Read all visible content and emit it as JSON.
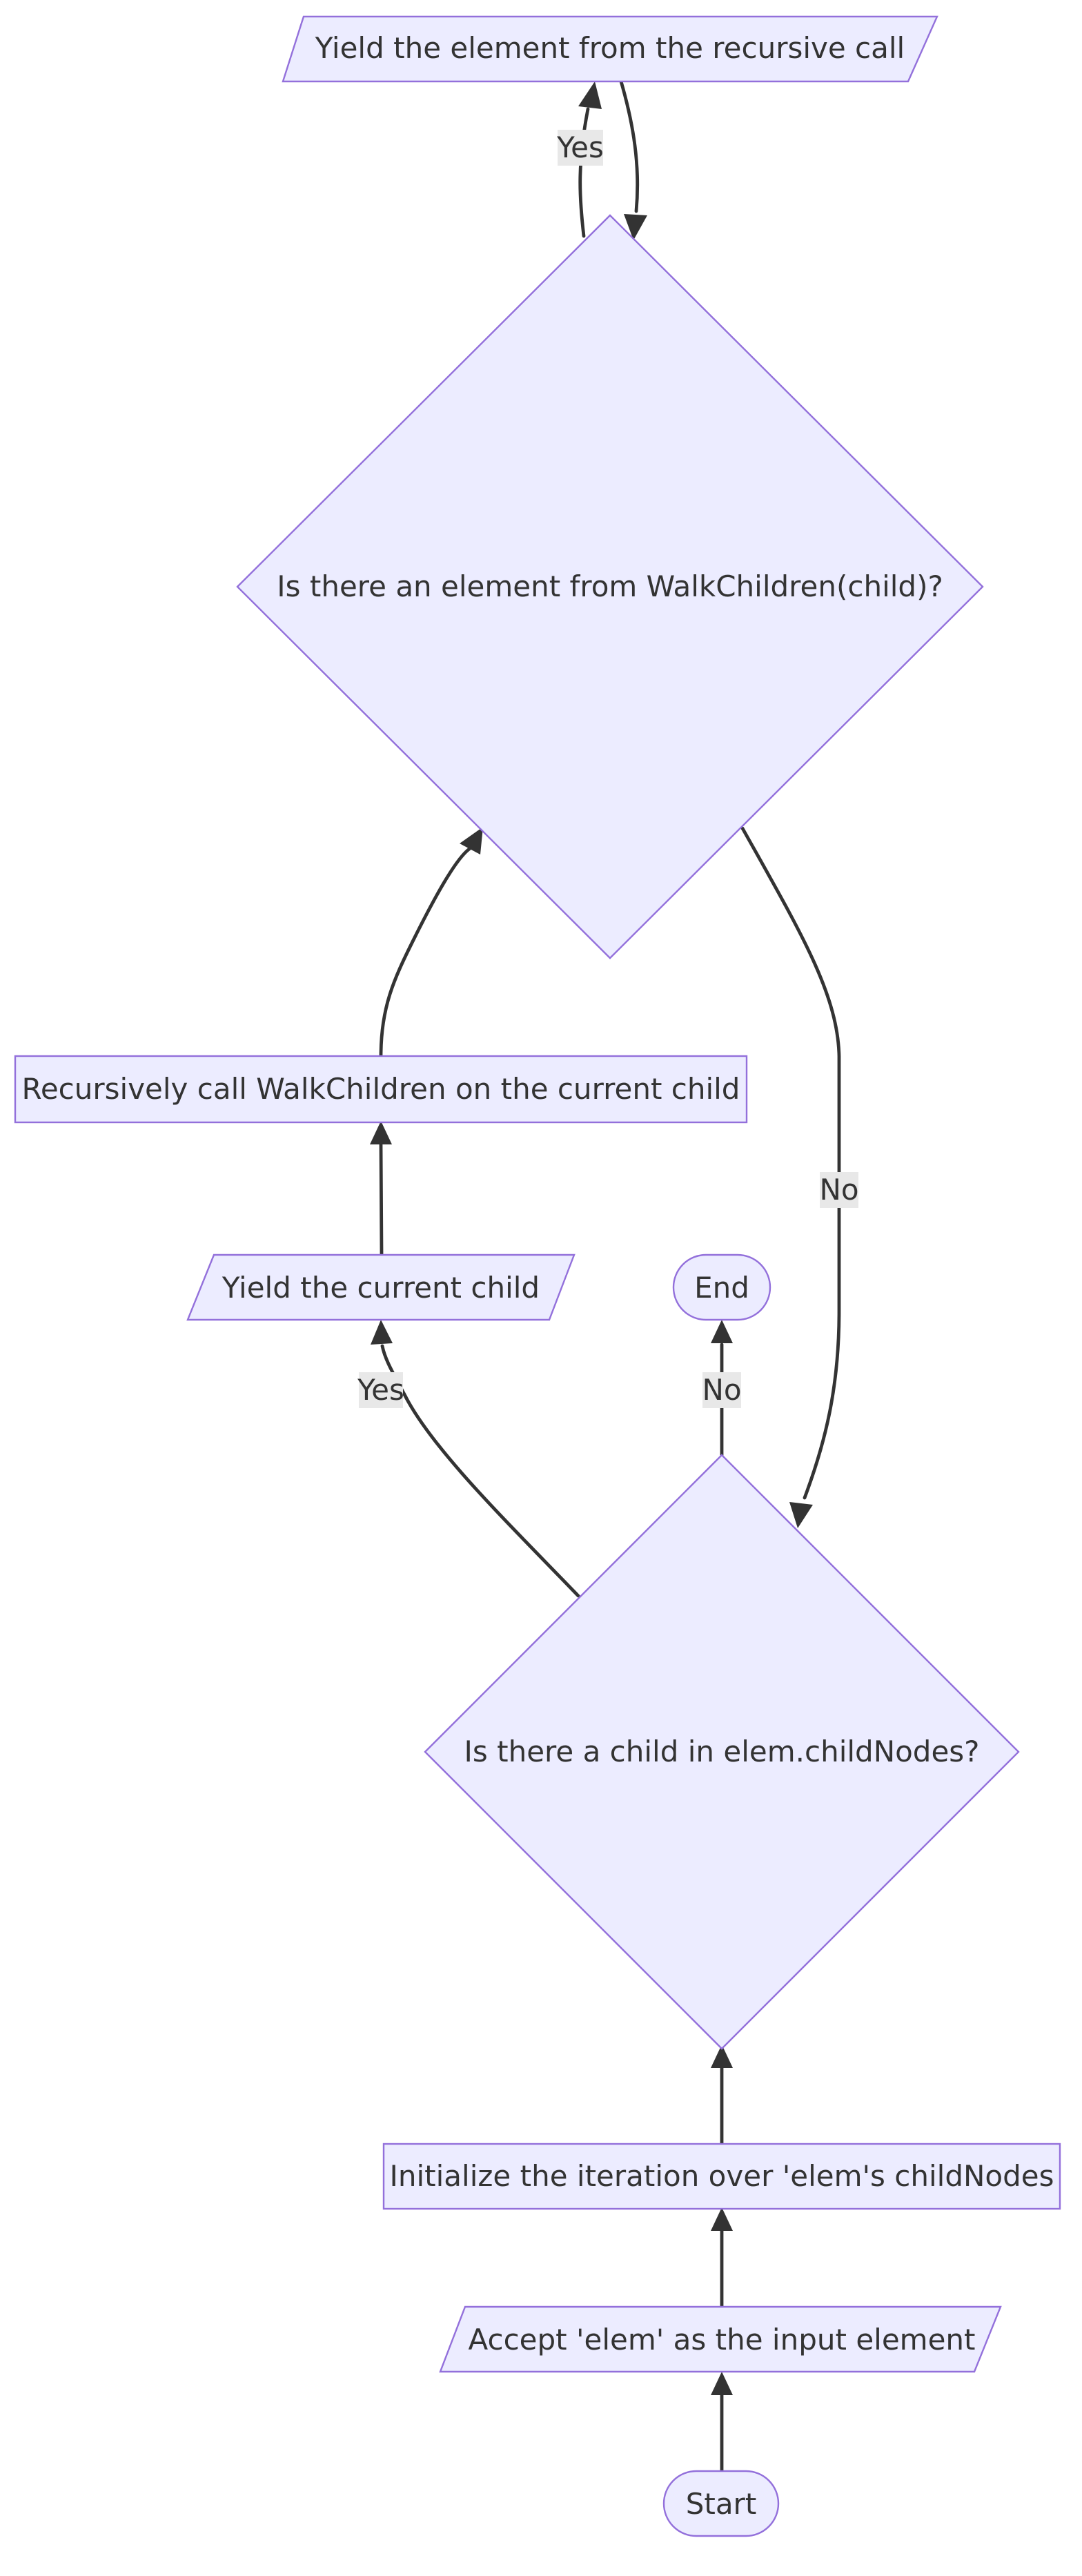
{
  "diagram": {
    "colors": {
      "node_fill": "#ececff",
      "node_stroke": "#9370db",
      "edge": "#333333",
      "text": "#333333",
      "edge_label_background": "#e8e8e8"
    },
    "nodes": {
      "start": {
        "shape": "stadium",
        "label": "Start"
      },
      "accept_input": {
        "shape": "parallelogram",
        "label": "Accept 'elem' as the input element"
      },
      "init_iteration": {
        "shape": "rectangle",
        "label": "Initialize the iteration over 'elem's childNodes"
      },
      "child_decision": {
        "shape": "diamond",
        "label": "Is there a child in elem.childNodes?"
      },
      "end": {
        "shape": "stadium",
        "label": "End"
      },
      "yield_child": {
        "shape": "parallelogram",
        "label": "Yield the current child"
      },
      "recursive_call": {
        "shape": "rectangle",
        "label": "Recursively call WalkChildren on the current child"
      },
      "recursive_decision": {
        "shape": "diamond",
        "label": "Is there an element from WalkChildren(child)?"
      },
      "yield_recursive": {
        "shape": "parallelogram",
        "label": "Yield the element from the recursive call"
      }
    },
    "edges": [
      {
        "from": "start",
        "to": "accept_input",
        "label": ""
      },
      {
        "from": "accept_input",
        "to": "init_iteration",
        "label": ""
      },
      {
        "from": "init_iteration",
        "to": "child_decision",
        "label": ""
      },
      {
        "from": "child_decision",
        "to": "yield_child",
        "label": "Yes"
      },
      {
        "from": "child_decision",
        "to": "end",
        "label": "No"
      },
      {
        "from": "yield_child",
        "to": "recursive_call",
        "label": ""
      },
      {
        "from": "recursive_call",
        "to": "recursive_decision",
        "label": ""
      },
      {
        "from": "recursive_decision",
        "to": "yield_recursive",
        "label": "Yes"
      },
      {
        "from": "yield_recursive",
        "to": "recursive_decision",
        "label": ""
      },
      {
        "from": "recursive_decision",
        "to": "child_decision",
        "label": "No"
      }
    ]
  }
}
